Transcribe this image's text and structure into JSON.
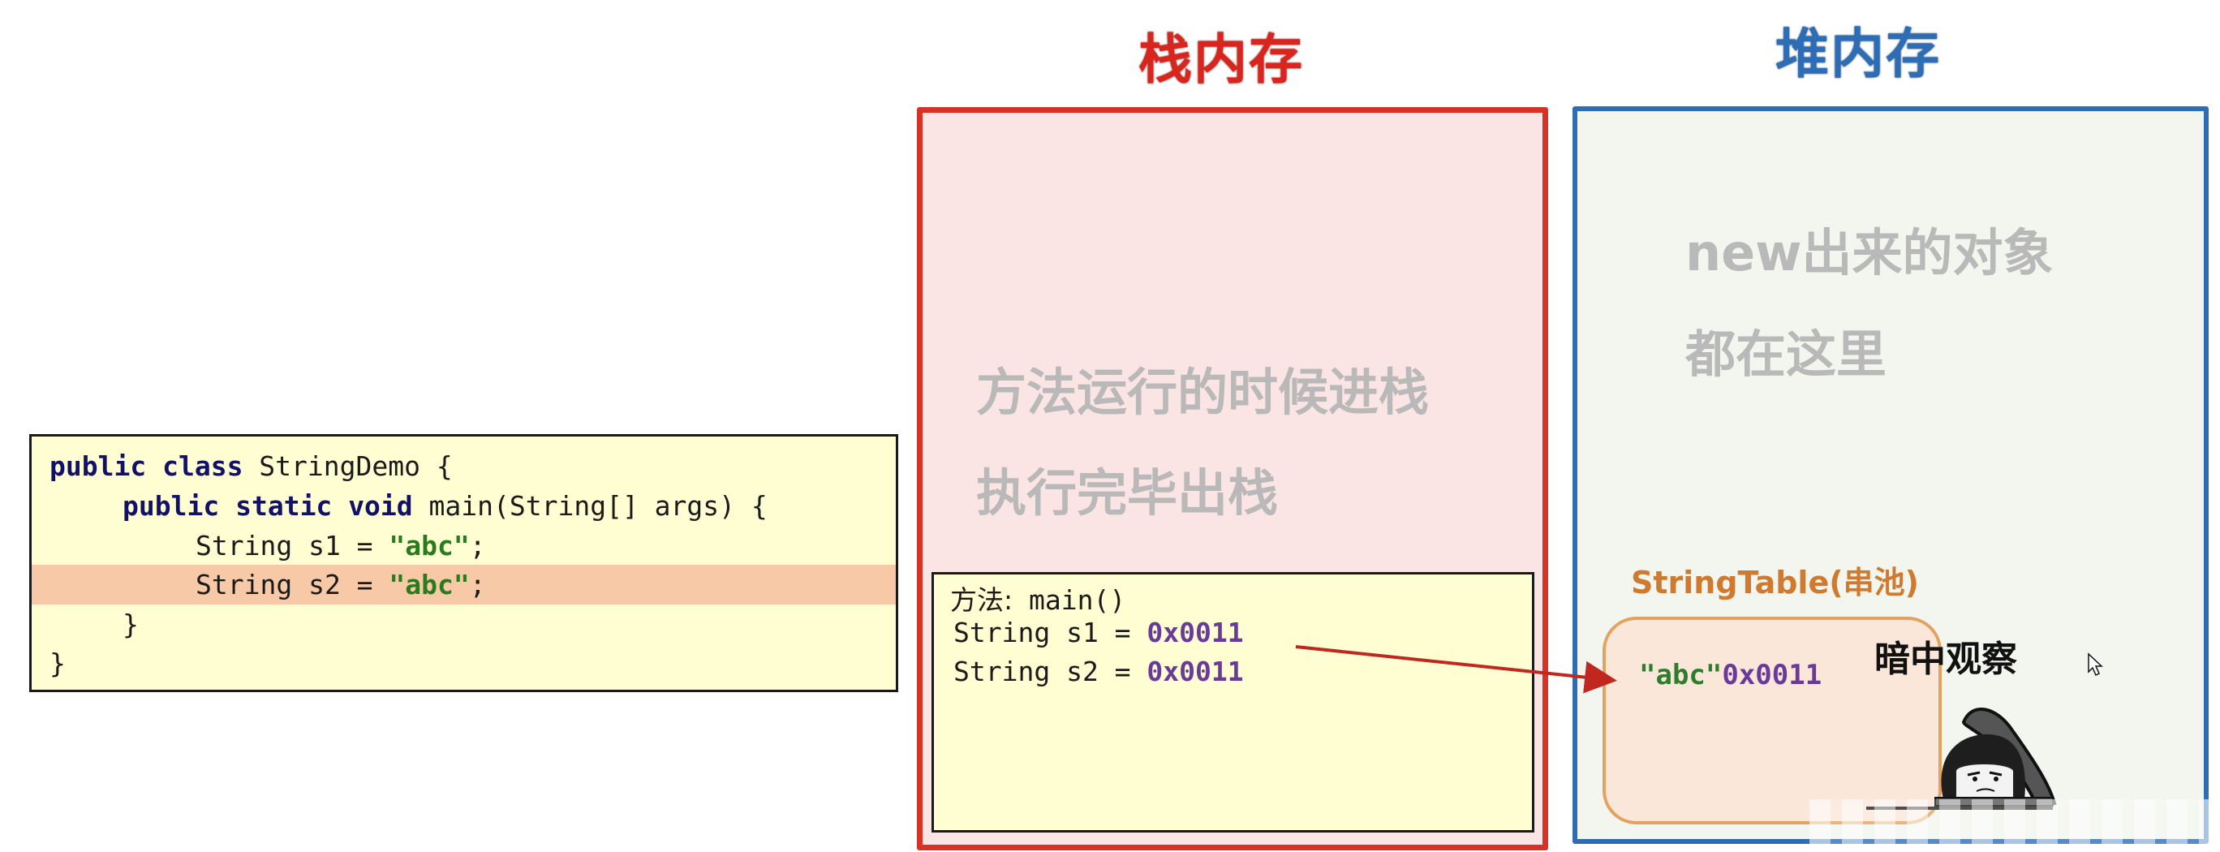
{
  "code_panel": {
    "lines": [
      {
        "indent": 0,
        "parts": [
          {
            "t": "public",
            "k": "kw"
          },
          {
            "t": " "
          },
          {
            "t": "class",
            "k": "kw"
          },
          {
            "t": " StringDemo {"
          }
        ]
      },
      {
        "indent": 1,
        "parts": [
          {
            "t": "public",
            "k": "kw"
          },
          {
            "t": " "
          },
          {
            "t": "static",
            "k": "kw"
          },
          {
            "t": " "
          },
          {
            "t": "void",
            "k": "kw"
          },
          {
            "t": " main(String[] args) {"
          }
        ]
      },
      {
        "indent": 2,
        "parts": [
          {
            "t": "String s1 = "
          },
          {
            "t": "\"abc\"",
            "k": "str"
          },
          {
            "t": ";"
          }
        ]
      },
      {
        "indent": 2,
        "highlight": true,
        "parts": [
          {
            "t": "String s2 = "
          },
          {
            "t": "\"abc\"",
            "k": "str"
          },
          {
            "t": ";"
          }
        ]
      },
      {
        "indent": 1,
        "parts": [
          {
            "t": "}"
          }
        ]
      },
      {
        "indent": 0,
        "parts": [
          {
            "t": "}"
          }
        ]
      }
    ],
    "highlighted_line_index": 3,
    "colors": {
      "background": "#fffdd2",
      "highlight": "#f7c9a6",
      "keyword": "#11116a",
      "string": "#2a7a1e"
    }
  },
  "stack": {
    "title": "栈内存",
    "title_color": "#d8261f",
    "border_color": "#d83224",
    "background": "#fbe4e4",
    "description_lines": [
      "方法运行的时候进栈",
      "执行完毕出栈"
    ],
    "frame": {
      "header_label": "方法:",
      "header_method": "main()",
      "variables": [
        {
          "decl": "String s1 = ",
          "value": "0x0011"
        },
        {
          "decl": "String s2 = ",
          "value": "0x0011"
        }
      ]
    }
  },
  "heap": {
    "title": "堆内存",
    "title_color": "#2d6db5",
    "border_color": "#2e6cb4",
    "background": "#f3f6ee",
    "description_lines": [
      "new出来的对象",
      "都在这里"
    ],
    "string_table": {
      "label": "StringTable(串池)",
      "label_color": "#d07a30",
      "entries": [
        {
          "literal": "\"abc\"",
          "address": "0x0011"
        }
      ]
    }
  },
  "arrow": {
    "from": "stack.frame.variables.0",
    "to": "heap.string_table.entries.0",
    "color": "#c0281f"
  },
  "meme": {
    "caption": "暗中观察"
  },
  "colors": {
    "address": "#6a3a9a",
    "string_literal": "#2f7d2c"
  }
}
